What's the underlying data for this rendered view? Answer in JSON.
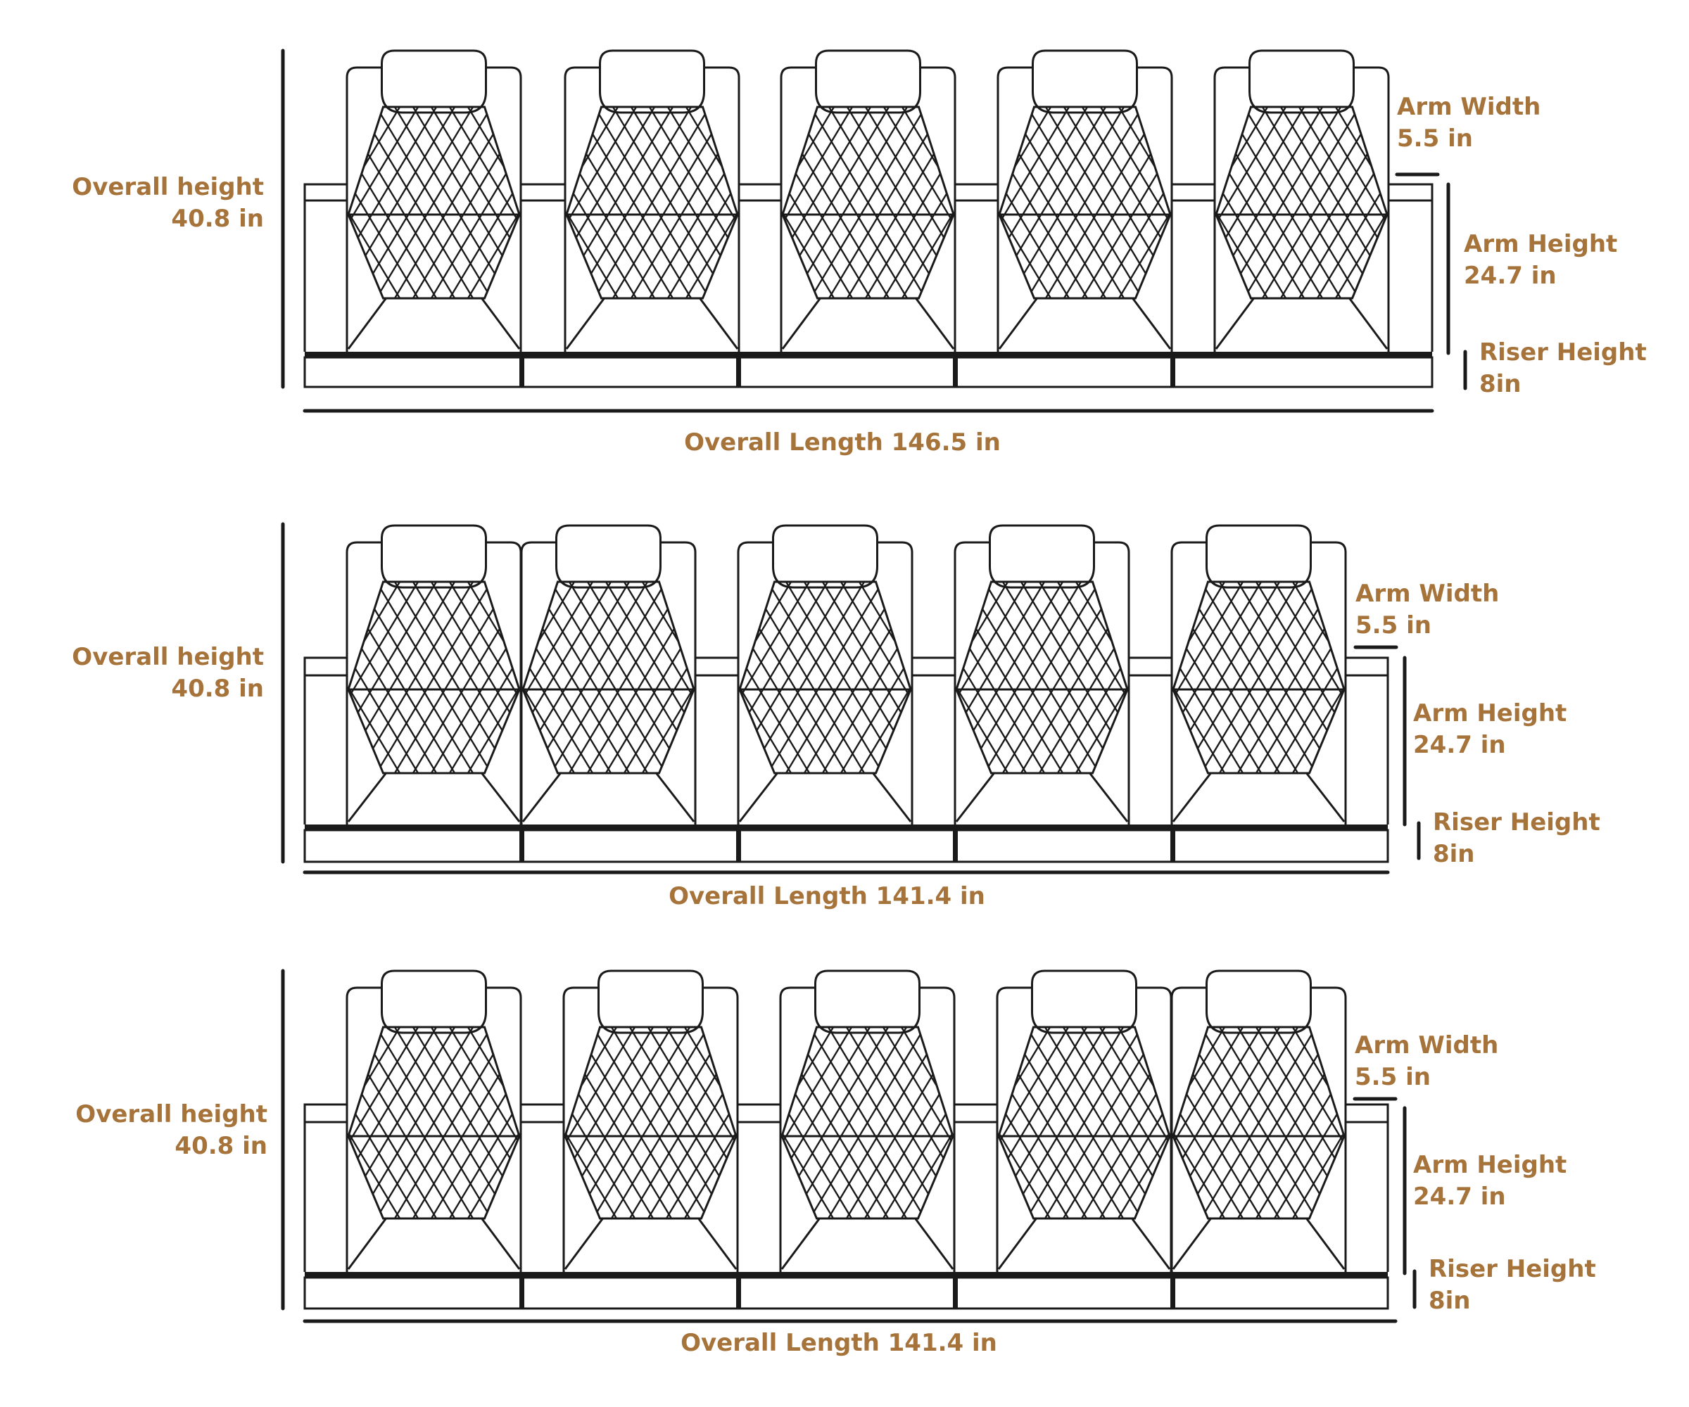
{
  "colors": {
    "line": "#1a1a1a",
    "label": "#a6733a",
    "background": "#ffffff"
  },
  "rows": [
    {
      "id": "row1",
      "seats": 5,
      "overall_height": [
        "Overall height",
        "40.8 in"
      ],
      "arm_width": [
        "Arm Width",
        "5.5 in"
      ],
      "arm_height": [
        "Arm Height",
        "24.7 in"
      ],
      "riser_height": [
        "Riser Height",
        "8in"
      ],
      "overall_length": "Overall Length 146.5 in"
    },
    {
      "id": "row2",
      "seats": 5,
      "overall_height": [
        "Overall height",
        "40.8 in"
      ],
      "arm_width": [
        "Arm Width",
        "5.5 in"
      ],
      "arm_height": [
        "Arm Height",
        "24.7 in"
      ],
      "riser_height": [
        "Riser Height",
        "8in"
      ],
      "overall_length": "Overall Length 141.4 in"
    },
    {
      "id": "row3",
      "seats": 5,
      "overall_height": [
        "Overall height",
        "40.8 in"
      ],
      "arm_width": [
        "Arm Width",
        "5.5 in"
      ],
      "arm_height": [
        "Arm Height",
        "24.7 in"
      ],
      "riser_height": [
        "Riser Height",
        "8in"
      ],
      "overall_length": "Overall Length 141.4 in"
    }
  ]
}
